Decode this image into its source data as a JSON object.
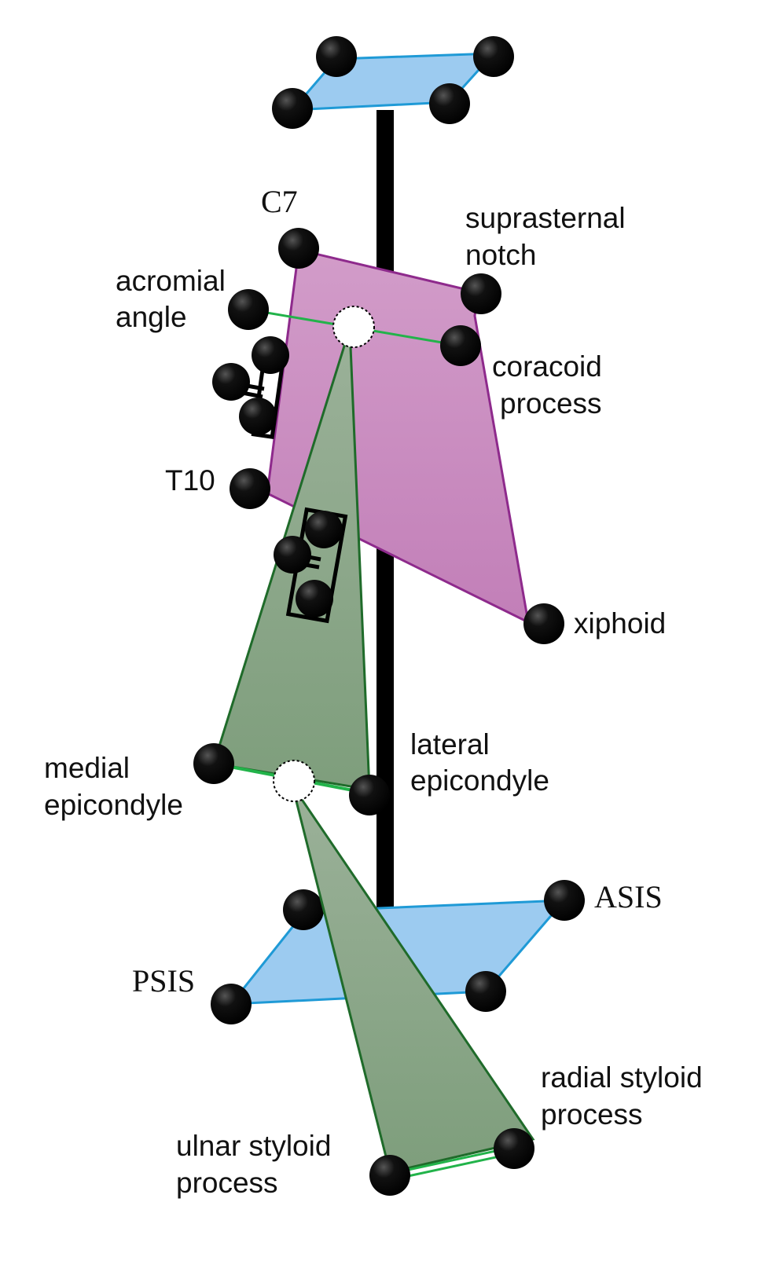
{
  "labels": {
    "c7": "C7",
    "suprasternal_notch_1": "suprasternal",
    "suprasternal_notch_2": "notch",
    "acromial_angle_1": "acromial",
    "acromial_angle_2": "angle",
    "coracoid_process_1": "coracoid",
    "coracoid_process_2": "process",
    "t10": "T10",
    "xiphoid": "xiphoid",
    "lateral_epicondyle_1": "lateral",
    "lateral_epicondyle_2": "epicondyle",
    "medial_epicondyle_1": "medial",
    "medial_epicondyle_2": "epicondyle",
    "asis": "ASIS",
    "psis": "PSIS",
    "radial_styloid_process_1": "radial styloid",
    "radial_styloid_process_2": "process",
    "ulnar_styloid_process_1": "ulnar styloid",
    "ulnar_styloid_process_2": "process"
  },
  "colors": {
    "plane_fill": "#9ccbf0",
    "plane_stroke": "#1f9ad6",
    "thorax_fill": "#c98bbf",
    "thorax_stroke": "#8e2a8c",
    "arm_fill": "#88a686",
    "arm_stroke": "#1f6b2a",
    "axis_line": "#22b34a",
    "marker": "#000000",
    "joint_center": "#ffffff"
  }
}
